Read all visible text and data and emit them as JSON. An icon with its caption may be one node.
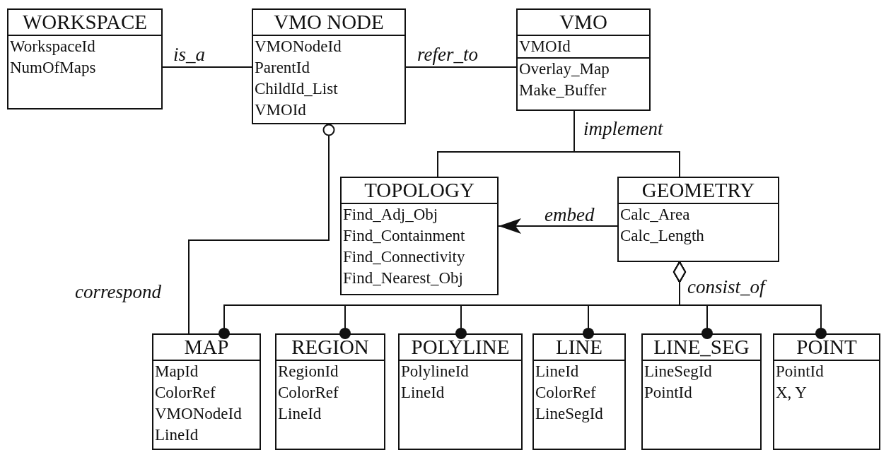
{
  "diagram": {
    "nodes": [
      {
        "text": [
          "WORKSPACE",
          "WorkspaceId",
          "NumOfMaps"
        ]
      },
      {
        "text": [
          "VMO NODE",
          "VMONodeId",
          "ParentId",
          "ChildId_List",
          "VMOId"
        ]
      },
      {
        "text": [
          "VMO",
          "VMOId",
          "Overlay_Map",
          "Make_Buffer"
        ]
      },
      {
        "text": [
          "TOPOLOGY",
          "Find_Adj_Obj",
          "Find_Containment",
          "Find_Connectivity",
          "Find_Nearest_Obj"
        ]
      },
      {
        "text": [
          "GEOMETRY",
          "Calc_Area",
          "Calc_Length"
        ]
      },
      {
        "text": [
          "MAP",
          "MapId",
          "ColorRef",
          "VMONodeId",
          "LineId"
        ]
      },
      {
        "text": [
          "REGION",
          "RegionId",
          "ColorRef",
          "LineId"
        ]
      },
      {
        "text": [
          "POLYLINE",
          "PolylineId",
          "LineId"
        ]
      },
      {
        "text": [
          "LINE",
          "LineId",
          "ColorRef",
          "LineSegId"
        ]
      },
      {
        "text": [
          "LINE_SEG",
          "LineSegId",
          "PointId"
        ]
      },
      {
        "text": [
          "POINT",
          "PointId",
          "X, Y"
        ]
      }
    ],
    "edges": [
      {
        "from": 0,
        "to": 1,
        "arrow": "none",
        "label": "is_a"
      },
      {
        "from": 1,
        "to": 2,
        "arrow": "none",
        "label": "refer_to"
      },
      {
        "from": 2,
        "to": 3,
        "arrow": "none",
        "label": "implement"
      },
      {
        "from": 2,
        "to": 4,
        "arrow": "none"
      },
      {
        "from": 4,
        "to": 3,
        "arrow": "to",
        "label": "embed"
      },
      {
        "from": 1,
        "to": 5,
        "arrow": "other",
        "label": "correspond"
      },
      {
        "from": 4,
        "to": 5,
        "arrow": "other",
        "label": "consist_of"
      },
      {
        "from": 4,
        "to": 6,
        "arrow": "other"
      },
      {
        "from": 4,
        "to": 7,
        "arrow": "other"
      },
      {
        "from": 4,
        "to": 8,
        "arrow": "other"
      },
      {
        "from": 4,
        "to": 9,
        "arrow": "other"
      },
      {
        "from": 4,
        "to": 10,
        "arrow": "other"
      }
    ]
  }
}
